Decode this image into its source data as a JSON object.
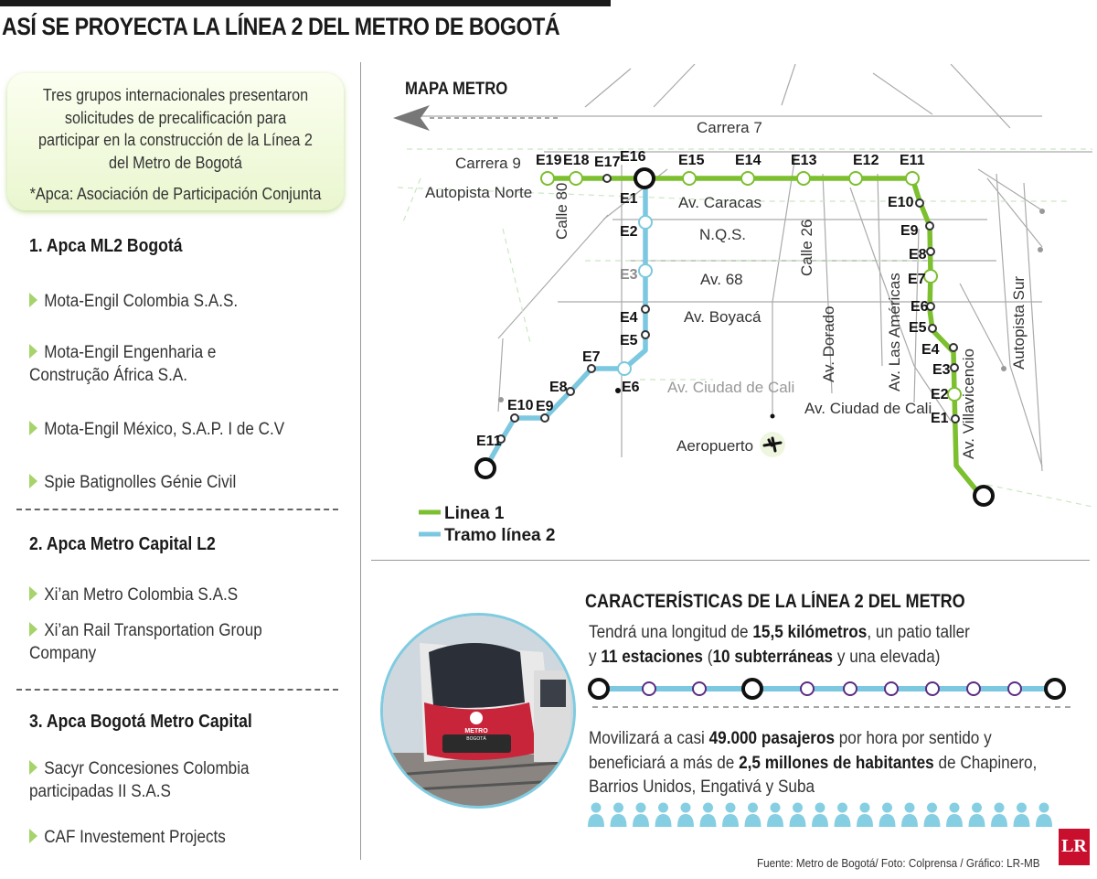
{
  "title": "ASÍ SE PROYECTA LA LÍNEA 2 DEL METRO DE BOGOTÁ",
  "intro": {
    "text": "Tres grupos internacionales presentaron solicitudes de precalificación para participar en la construcción de la Línea 2 del Metro de Bogotá",
    "note": "*Apca: Asociación de Participación Conjunta"
  },
  "groups": [
    {
      "title": "1. Apca ML2 Bogotá",
      "members": [
        "Mota-Engil Colombia S.A.S.",
        "Mota-Engil Engenharia e Construção África S.A.",
        "Mota-Engil México, S.A.P. I de C.V",
        "Spie Batignolles Génie Civil"
      ]
    },
    {
      "title": "2. Apca Metro Capital L2",
      "members": [
        "Xi’an Metro Colombia S.A.S",
        "Xi’an Rail Transportation Group Company"
      ]
    },
    {
      "title": "3. Apca Bogotá Metro Capital",
      "members": [
        "Sacyr Concesiones Colombia participadas II S.A.S",
        "CAF Investement Projects"
      ]
    }
  ],
  "map": {
    "title": "MAPA METRO",
    "streets": {
      "carrera7": "Carrera 7",
      "carrera9": "Carrera 9",
      "autopista_norte": "Autopista Norte",
      "calle80": "Calle 80",
      "av_caracas": "Av. Caracas",
      "nqs": "N.Q.S.",
      "av68": "Av. 68",
      "calle26": "Calle 26",
      "av_boyaca": "Av. Boyacá",
      "av_ciudad_cali_1": "Av. Ciudad de Cali",
      "av_ciudad_cali_2": "Av. Ciudad de Cali",
      "av_dorado": "Av. Dorado",
      "av_americas": "Av. Las Américas",
      "av_villavicencio": "Av. Villavicencio",
      "autopista_sur": "Autopista Sur",
      "aeropuerto": "Aeropuerto"
    },
    "line1_stations": [
      "E19",
      "E18",
      "E17",
      "E16",
      "E15",
      "E14",
      "E13",
      "E12",
      "E11",
      "E10",
      "E9",
      "E8",
      "E7",
      "E6",
      "E5",
      "E4",
      "E3",
      "E2",
      "E1"
    ],
    "line2_stations": [
      "E1",
      "E2",
      "E3",
      "E4",
      "E5",
      "E6",
      "E7",
      "E8",
      "E9",
      "E10",
      "E11"
    ],
    "legend": {
      "line1": "Linea 1",
      "line2": "Tramo línea 2"
    },
    "colors": {
      "line1": "#7cbf2f",
      "line2": "#7cc8e0"
    }
  },
  "characteristics": {
    "title": "CARACTERÍSTICAS DE LA LÍNEA 2 DEL METRO",
    "p1_a": "Tendrá una longitud de ",
    "p1_b": "15,5 kilómetros",
    "p1_c": ", un patio taller",
    "p1_d": "y ",
    "p1_e": "11 estaciones",
    "p1_f": " (",
    "p1_g": "10 subterráneas",
    "p1_h": " y una elevada)",
    "p2_a": "Movilizará a casi ",
    "p2_b": "49.000 pasajeros",
    "p2_c": " por hora por sentido y",
    "p2_d": "beneficiará a más de ",
    "p2_e": "2,5 millones de habitantes",
    "p2_f": " de Chapinero,",
    "p2_g": "Barrios Unidos, Engativá y Suba",
    "photo_text_1": "METRO",
    "photo_text_2": "BOGOTÁ"
  },
  "credit": "Fuente: Metro de Bogotá/ Foto: Colprensa / Gráfico: LR-MB",
  "logo": "LR"
}
